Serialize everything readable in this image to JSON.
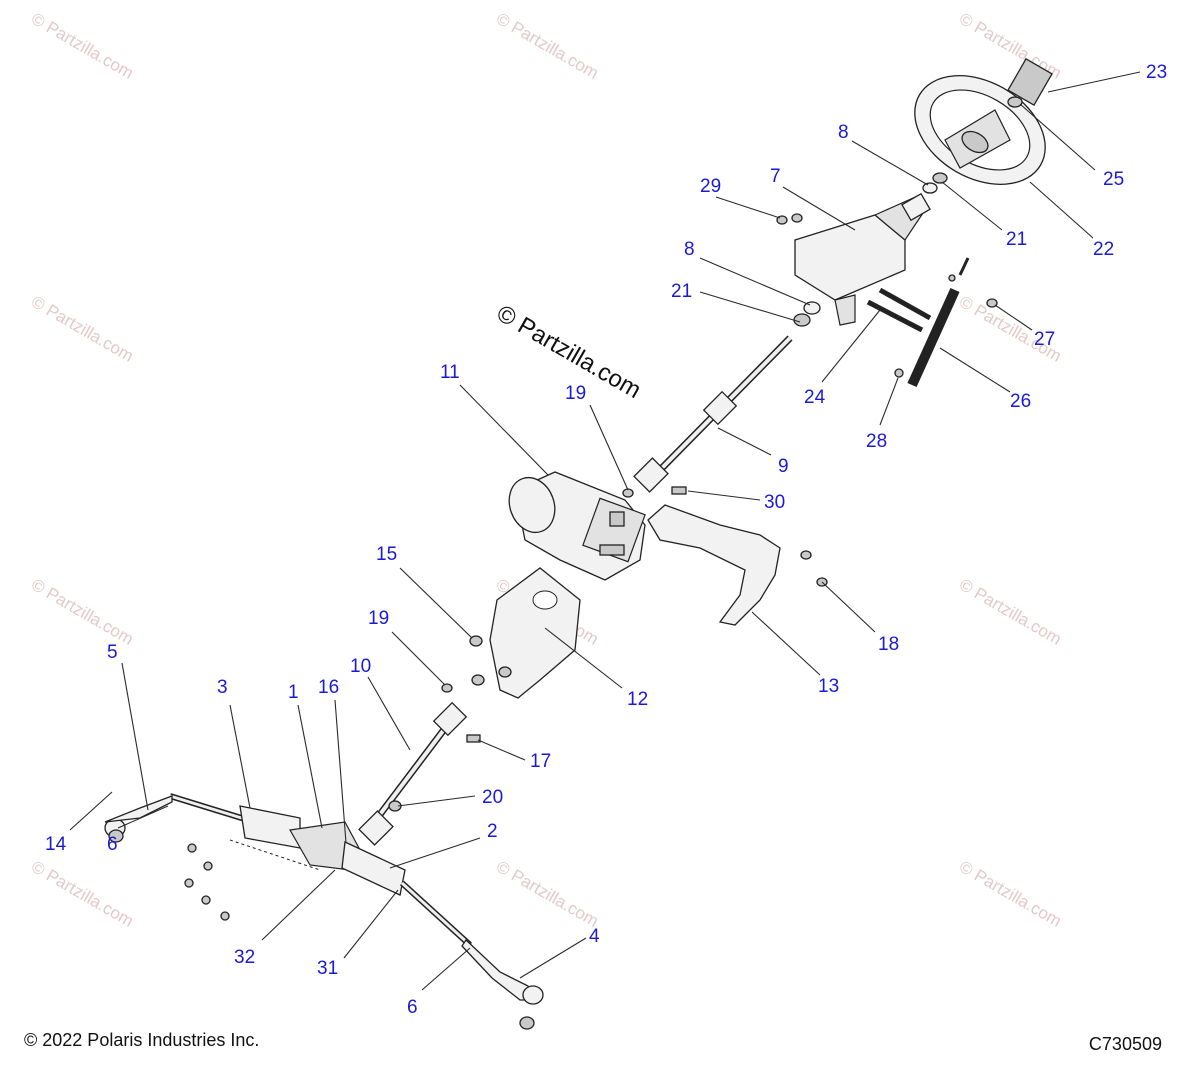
{
  "footer": {
    "copyright": "© 2022 Polaris Industries Inc.",
    "figure_code": "C730509"
  },
  "watermark": {
    "brand": "© Partzilla.com",
    "tile": "© Partzilla.com"
  },
  "colors": {
    "callout": "#1a1ad6",
    "watermark": "#e3c9c9",
    "line": "#222222"
  },
  "callouts": [
    {
      "id": "1",
      "label": "1"
    },
    {
      "id": "2",
      "label": "2"
    },
    {
      "id": "3",
      "label": "3"
    },
    {
      "id": "4",
      "label": "4"
    },
    {
      "id": "5",
      "label": "5"
    },
    {
      "id": "6a",
      "label": "6"
    },
    {
      "id": "6b",
      "label": "6"
    },
    {
      "id": "7",
      "label": "7"
    },
    {
      "id": "8a",
      "label": "8"
    },
    {
      "id": "8b",
      "label": "8"
    },
    {
      "id": "9",
      "label": "9"
    },
    {
      "id": "10",
      "label": "10"
    },
    {
      "id": "11",
      "label": "11"
    },
    {
      "id": "12",
      "label": "12"
    },
    {
      "id": "13",
      "label": "13"
    },
    {
      "id": "14",
      "label": "14"
    },
    {
      "id": "15",
      "label": "15"
    },
    {
      "id": "16",
      "label": "16"
    },
    {
      "id": "17",
      "label": "17"
    },
    {
      "id": "18",
      "label": "18"
    },
    {
      "id": "19a",
      "label": "19"
    },
    {
      "id": "19b",
      "label": "19"
    },
    {
      "id": "20",
      "label": "20"
    },
    {
      "id": "21a",
      "label": "21"
    },
    {
      "id": "21b",
      "label": "21"
    },
    {
      "id": "22",
      "label": "22"
    },
    {
      "id": "23",
      "label": "23"
    },
    {
      "id": "24",
      "label": "24"
    },
    {
      "id": "25",
      "label": "25"
    },
    {
      "id": "26",
      "label": "26"
    },
    {
      "id": "27",
      "label": "27"
    },
    {
      "id": "28",
      "label": "28"
    },
    {
      "id": "29",
      "label": "29"
    },
    {
      "id": "30",
      "label": "30"
    },
    {
      "id": "31",
      "label": "31"
    },
    {
      "id": "32",
      "label": "32"
    }
  ]
}
